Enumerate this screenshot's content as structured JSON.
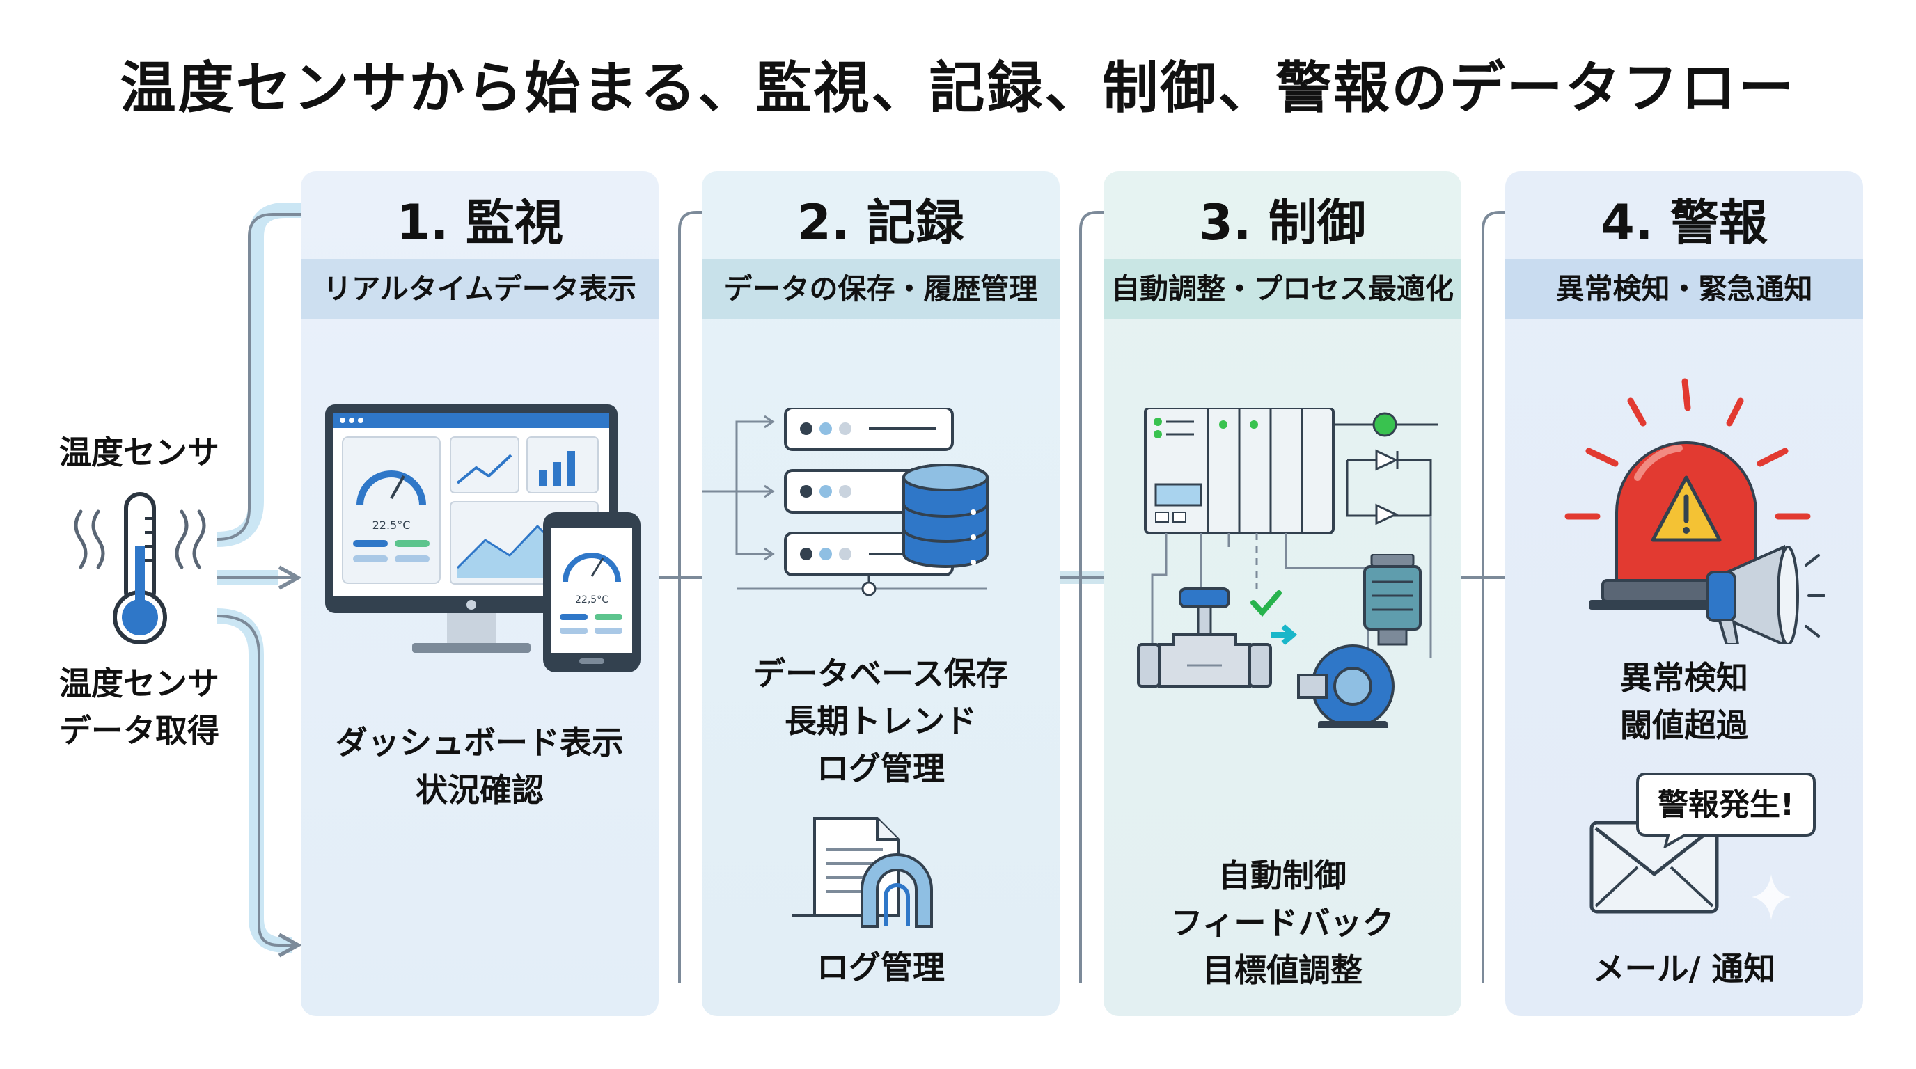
{
  "title": "温度センサから始まる、監視、記録、制御、警報のデータフロー",
  "sensor": {
    "label": "温度センサ",
    "caption_line1": "温度センサ",
    "caption_line2": "データ取得"
  },
  "stages": [
    {
      "title": "1. 監視",
      "subtitle": "リアルタイムデータ表示",
      "lines": [
        "ダッシュボード表示",
        "状況確認"
      ],
      "dashboard_reading": "22.5°C",
      "phone_reading": "22,5°C"
    },
    {
      "title": "2. 記録",
      "subtitle": "データの保存・履歴管理",
      "lines": [
        "データベース保存",
        "長期トレンド",
        "ログ管理"
      ],
      "footer": "ログ管理"
    },
    {
      "title": "3. 制御",
      "subtitle": "自動調整・プロセス最適化",
      "lines": [
        "自動制御",
        "フィードバック",
        "目標値調整"
      ]
    },
    {
      "title": "4. 警報",
      "subtitle": "異常検知・緊急通知",
      "lines": [
        "異常検知",
        "閾値超過"
      ],
      "bubble": "警報発生!",
      "footer": "メール/ 通知"
    }
  ],
  "colors": {
    "accent_blue": "#2f77c8",
    "light_blue": "#a9d3ee",
    "alarm_red": "#e23a31",
    "check_green": "#27b34d",
    "led_green": "#39c24f",
    "warning_yellow": "#f4c234",
    "arrow_gray": "#7c8a99"
  }
}
